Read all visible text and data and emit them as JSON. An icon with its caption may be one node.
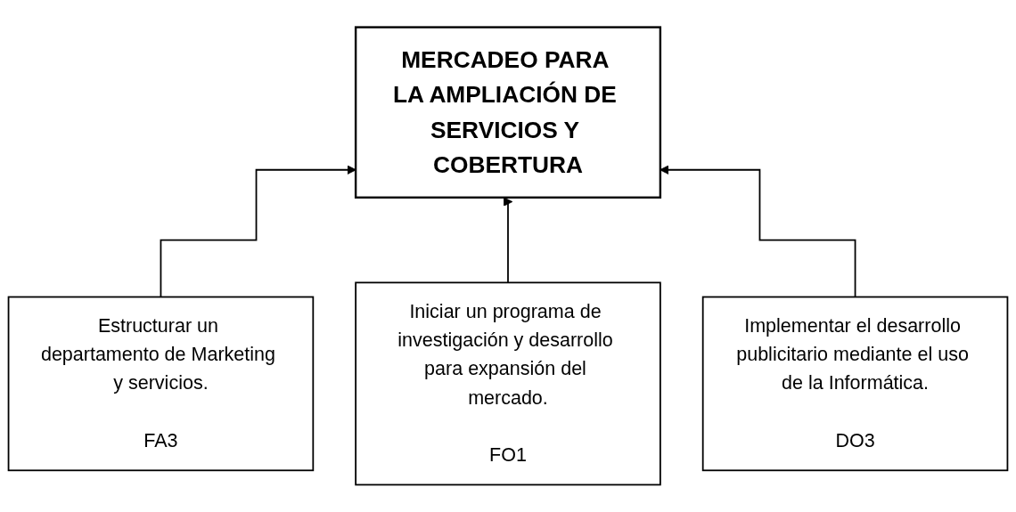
{
  "diagram": {
    "nodes": [
      {
        "text": [
          "MERCADEO PARA LA AMPLIACIÓN DE SERVICIOS Y COBERTURA"
        ]
      },
      {
        "text": [
          "Estructurar un departamento de Marketing y servicios.",
          "FA3"
        ]
      },
      {
        "text": [
          "Iniciar un programa de investigación y desarrollo para expansión del mercado.",
          "FO1"
        ]
      },
      {
        "text": [
          "Implementar el desarrollo publicitario mediante el uso de la Informática.",
          "DO3"
        ]
      }
    ],
    "edges": [
      {
        "from": 1,
        "to": 0,
        "arrow": "to"
      },
      {
        "from": 2,
        "to": 0,
        "arrow": "to"
      },
      {
        "from": 3,
        "to": 0,
        "arrow": "to"
      }
    ]
  }
}
